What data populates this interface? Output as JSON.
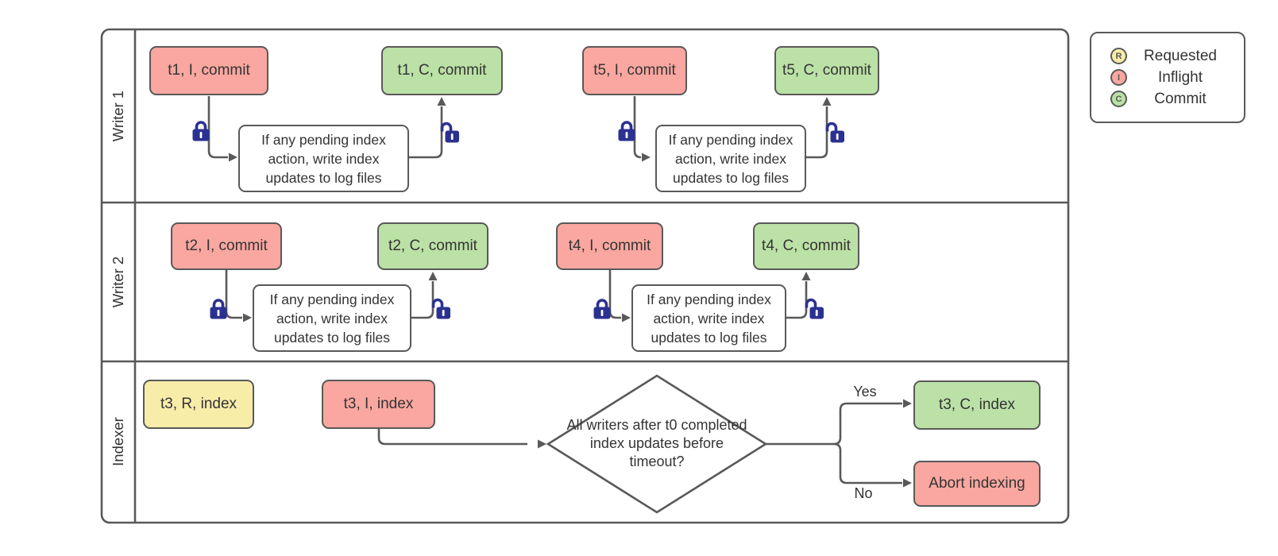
{
  "colors": {
    "requested_fill": "#f8eca9",
    "inflight_fill": "#f9a7a0",
    "commit_fill": "#bbe1a6",
    "outline": "#595959",
    "lock": "#2b3190"
  },
  "legend": {
    "items": [
      {
        "letter": "R",
        "label": "Requested"
      },
      {
        "letter": "I",
        "label": "Inflight"
      },
      {
        "letter": "C",
        "label": "Commit"
      }
    ]
  },
  "lanes": {
    "writer1": {
      "label": "Writer 1",
      "t1_inflight": "t1, I, commit",
      "process_a": "If any pending index action, write index updates to log files",
      "t1_commit": "t1, C, commit",
      "t5_inflight": "t5, I, commit",
      "process_b": "If any pending index action, write index updates to log files",
      "t5_commit": "t5, C, commit"
    },
    "writer2": {
      "label": "Writer 2",
      "t2_inflight": "t2, I, commit",
      "process_a": "If any pending index action, write index updates to log files",
      "t2_commit": "t2, C, commit",
      "t4_inflight": "t4, I, commit",
      "process_b": "If any pending index action, write index updates to log files",
      "t4_commit": "t4, C, commit"
    },
    "indexer": {
      "label": "Indexer",
      "t3_requested": "t3, R, index",
      "t3_inflight": "t3, I, index",
      "decision": "All writers after t0 completed index updates before timeout?",
      "yes_label": "Yes",
      "no_label": "No",
      "t3_commit": "t3, C, index",
      "abort": "Abort indexing"
    }
  }
}
